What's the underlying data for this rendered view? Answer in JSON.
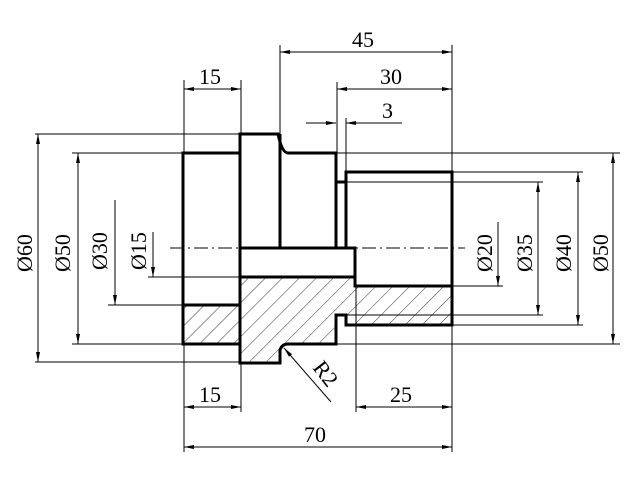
{
  "drawing": {
    "dimensions": {
      "top_overall_45": "45",
      "top_30": "30",
      "top_groove_3": "3",
      "top_flange_15": "15",
      "bottom_left_15": "15",
      "bottom_right_25": "25",
      "bottom_overall_70": "70",
      "fillet_radius": "R2",
      "left_dia_60": "Ø60",
      "left_dia_50": "Ø50",
      "left_dia_30": "Ø30",
      "left_dia_15": "Ø15",
      "right_dia_20": "Ø20",
      "right_dia_35": "Ø35",
      "right_dia_40": "Ø40",
      "right_dia_50": "Ø50"
    },
    "colors": {
      "line": "#000000",
      "background": "#ffffff"
    }
  }
}
